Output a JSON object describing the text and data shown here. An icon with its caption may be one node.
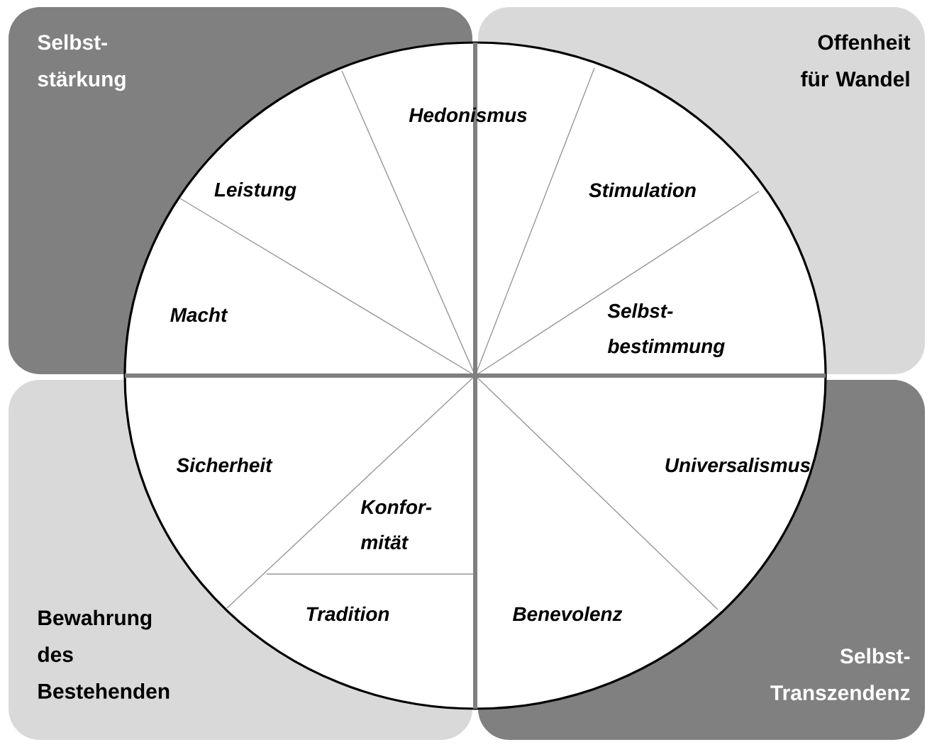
{
  "diagram": {
    "nodes": [
      {
        "text": [
          "Selbst- stärkung"
        ]
      },
      {
        "text": [
          "Offenheit für Wandel"
        ]
      },
      {
        "text": [
          "Bewahrung des Bestehenden"
        ]
      },
      {
        "text": [
          "Selbst- Transzendenz"
        ]
      }
    ],
    "labels": [
      "Hedonismus",
      "Leistung",
      "Stimulation",
      "Macht",
      "Selbst- bestimmung",
      "Sicherheit",
      "Universalismus",
      "Konfor- mität",
      "Tradition",
      "Benevolenz"
    ]
  }
}
